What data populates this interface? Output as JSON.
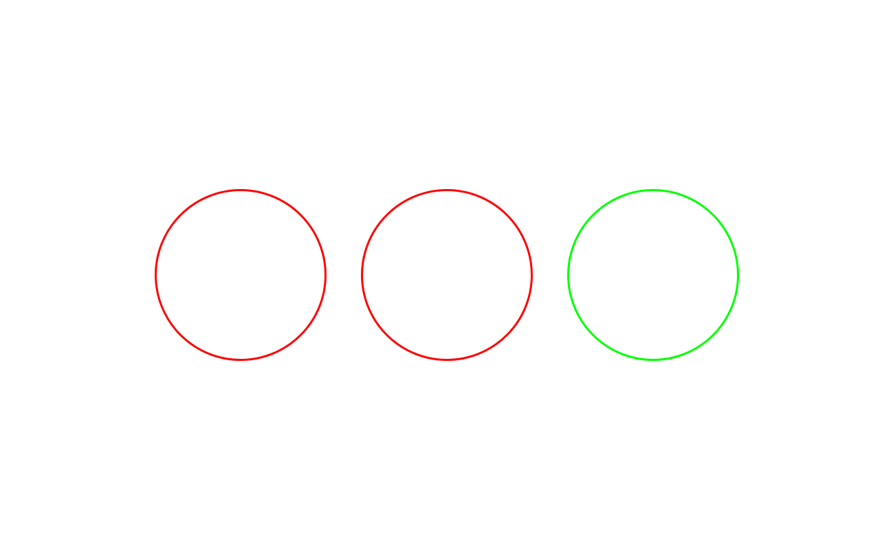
{
  "circles": [
    {
      "id": "circle-1",
      "color": "#ff0000"
    },
    {
      "id": "circle-2",
      "color": "#ff0000"
    },
    {
      "id": "circle-3",
      "color": "#00ff00"
    }
  ]
}
